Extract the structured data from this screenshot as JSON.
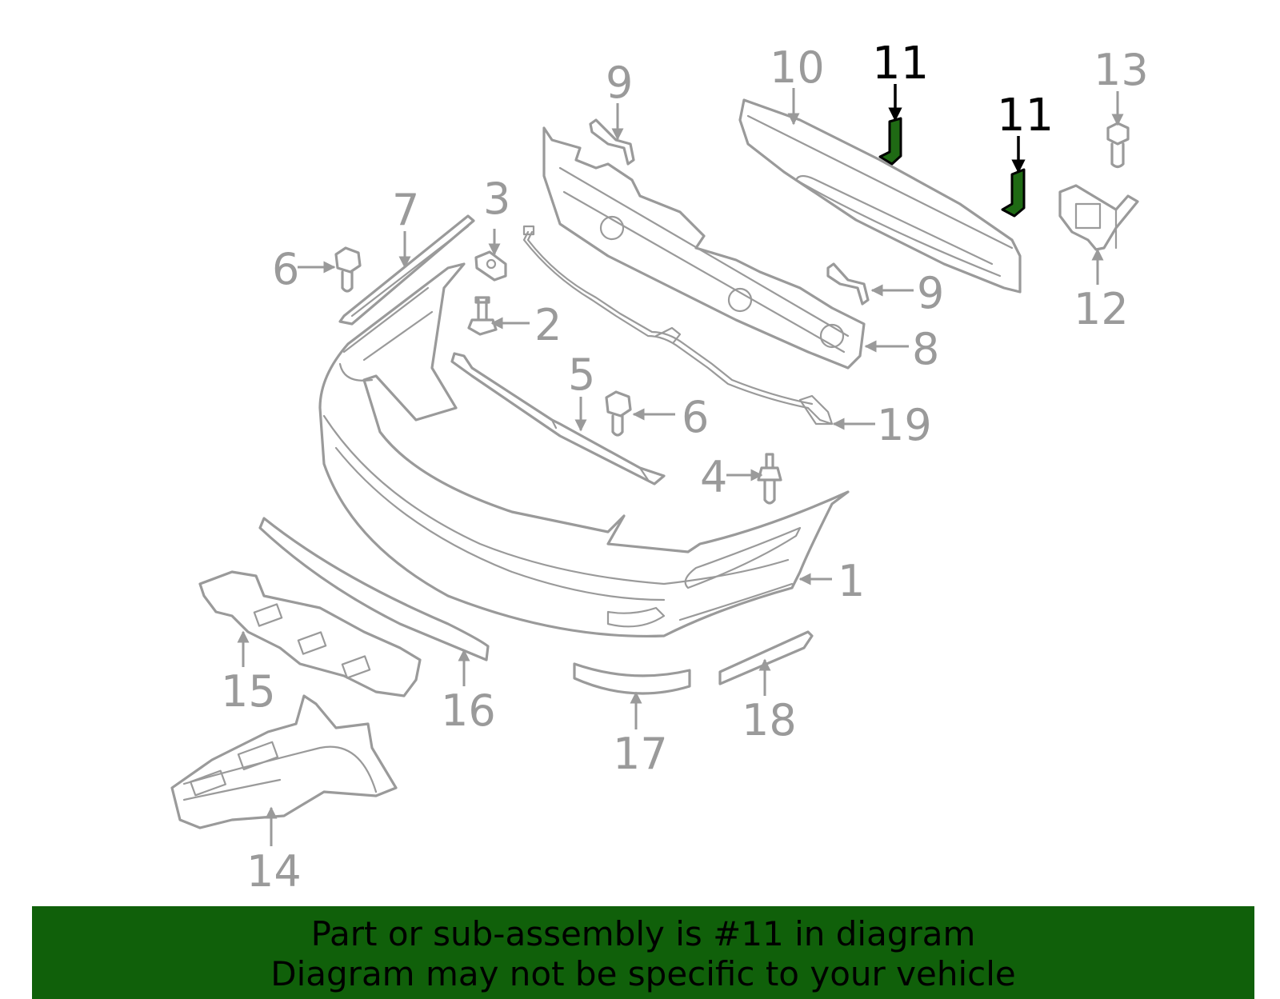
{
  "diagram": {
    "labels": {
      "p1": "1",
      "p2": "2",
      "p3": "3",
      "p4": "4",
      "p5": "5",
      "p6a": "6",
      "p6b": "6",
      "p7": "7",
      "p8": "8",
      "p9a": "9",
      "p9b": "9",
      "p10": "10",
      "p11a": "11",
      "p11b": "11",
      "p12": "12",
      "p13": "13",
      "p14": "14",
      "p15": "15",
      "p16": "16",
      "p17": "17",
      "p18": "18",
      "p19": "19"
    },
    "highlighted_part": "11",
    "colors": {
      "parts": "#9a9a9a",
      "highlight_fill": "#1f6a14",
      "banner": "#10600a"
    }
  },
  "banner": {
    "line1": "Part or sub-assembly is #11 in diagram",
    "line2": "Diagram may not be specific to your vehicle"
  }
}
